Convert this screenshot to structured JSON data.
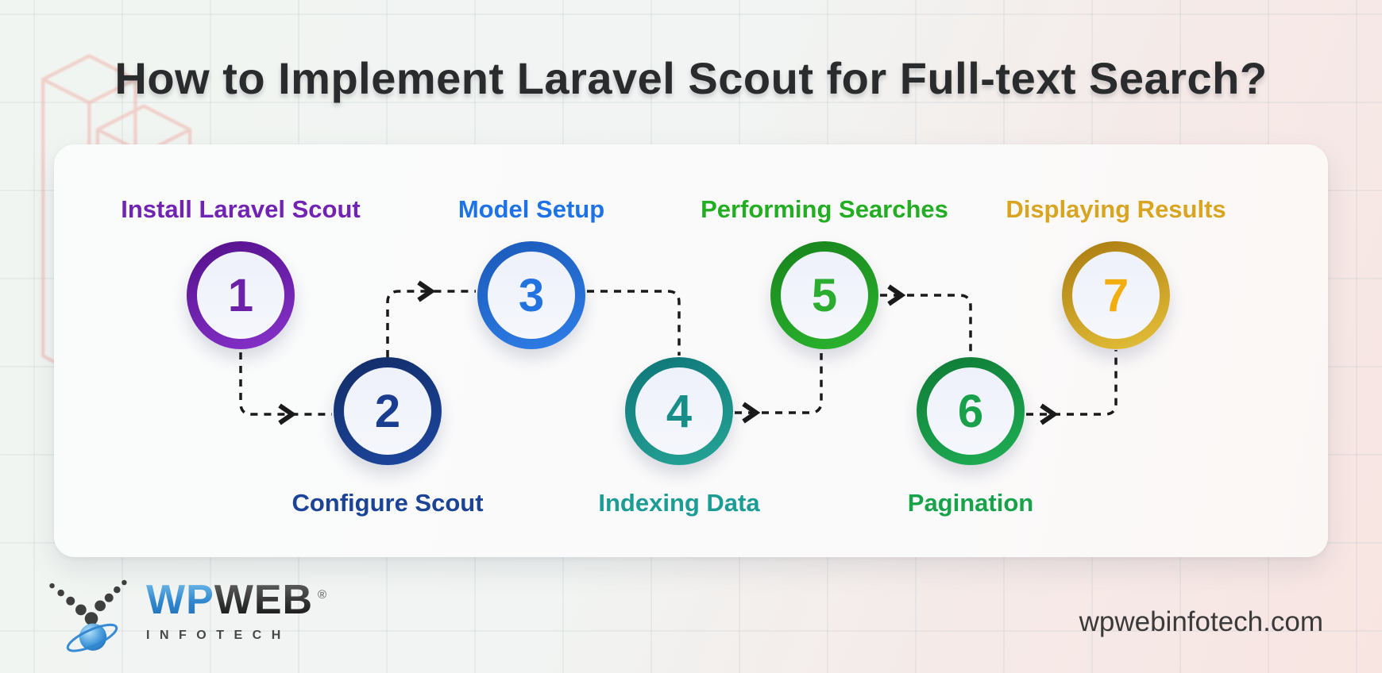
{
  "title": "How to Implement Laravel Scout for Full-text Search?",
  "steps": [
    {
      "number": "1",
      "label": "Install Laravel Scout",
      "label_color": "#7123B4",
      "num_color": "#6B21A8",
      "ring_from": "#53108A",
      "ring_to": "#8833CC"
    },
    {
      "number": "2",
      "label": "Configure Scout",
      "label_color": "#1B4396",
      "num_color": "#1A3D8F",
      "ring_from": "#122C66",
      "ring_to": "#1D47A0"
    },
    {
      "number": "3",
      "label": "Model Setup",
      "label_color": "#1D72E8",
      "num_color": "#2272E0",
      "ring_from": "#1B59B8",
      "ring_to": "#2E7FE8"
    },
    {
      "number": "4",
      "label": "Indexing Data",
      "label_color": "#1B9C94",
      "num_color": "#178F88",
      "ring_from": "#0E7578",
      "ring_to": "#26A596"
    },
    {
      "number": "5",
      "label": "Performing Searches",
      "label_color": "#22AD22",
      "num_color": "#2AAD2E",
      "ring_from": "#17821C",
      "ring_to": "#2CB62F"
    },
    {
      "number": "6",
      "label": "Pagination",
      "label_color": "#16A34A",
      "num_color": "#18A04A",
      "ring_from": "#0F7A36",
      "ring_to": "#1FAF55"
    },
    {
      "number": "7",
      "label": "Displaying Results",
      "label_color": "#D9A521",
      "num_color": "#F2AE0E",
      "ring_from": "#A97A10",
      "ring_to": "#E6C23A"
    }
  ],
  "connector_color": "#1A1A1A",
  "circle_fill": "#EEF1FA",
  "background": {
    "watermark_color": "#EFB0AA"
  },
  "footer": {
    "logo": {
      "wp": "WP",
      "web": "WEB",
      "registered": "®",
      "subtitle": "INFOTECH"
    },
    "website": "wpwebinfotech.com"
  }
}
